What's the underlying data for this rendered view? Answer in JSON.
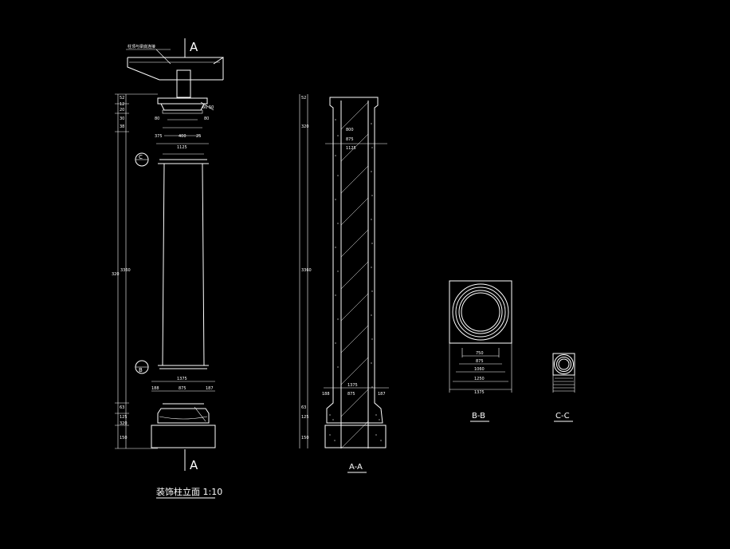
{
  "drawing": {
    "background": "#000000",
    "line_color": "#ffffff",
    "elevation": {
      "section_mark_top": "A",
      "section_mark_bottom": "A",
      "callout_top": "C",
      "callout_bottom": "B",
      "caption": "装饰柱立面 1:10",
      "beam_note": "柱顶与梁底连接",
      "dims_left": [
        "52",
        "12",
        "20",
        "30",
        "38",
        "320",
        "3360",
        "63",
        "125",
        "320",
        "150"
      ],
      "dims_top": [
        "80",
        "400",
        "80",
        "375",
        "1125",
        "25",
        "60",
        "50"
      ],
      "dims_bottom": [
        "1375",
        "188",
        "875",
        "187"
      ]
    },
    "section_aa": {
      "caption": "A-A",
      "dims_top": [
        "1125",
        "800",
        "875"
      ],
      "dims_bottom": [
        "1375",
        "188",
        "875",
        "187"
      ],
      "dims_left": [
        "52",
        "320",
        "3360",
        "63",
        "125",
        "150"
      ]
    },
    "section_bb": {
      "caption": "B-B",
      "dims": [
        "750",
        "875",
        "1060",
        "1250",
        "1375"
      ]
    },
    "section_cc": {
      "caption": "C-C"
    }
  }
}
